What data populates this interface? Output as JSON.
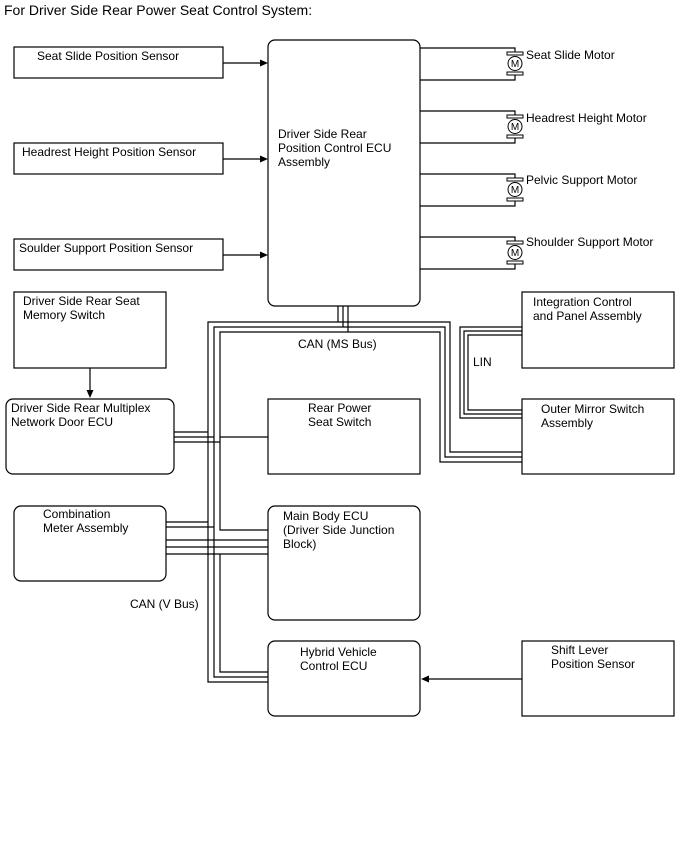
{
  "title": "For Driver Side Rear Power Seat Control System:",
  "boxes": {
    "seat_slide_sensor": [
      "Seat Slide Position Sensor"
    ],
    "headrest_height_sensor": [
      "Headrest Height Position Sensor"
    ],
    "shoulder_support_sensor": [
      "Soulder Support Position Sensor"
    ],
    "ecu": [
      "Driver Side Rear",
      "Position Control ECU",
      "Assembly"
    ],
    "memory_switch": [
      "Driver Side Rear Seat",
      "Memory Switch"
    ],
    "multiplex_door_ecu": [
      "Driver Side Rear Multiplex",
      "Network Door ECU"
    ],
    "rear_power_seat_switch": [
      "Rear Power",
      "Seat Switch"
    ],
    "integration_control": [
      "Integration Control",
      "and Panel Assembly"
    ],
    "outer_mirror_switch": [
      "Outer Mirror Switch",
      "Assembly"
    ],
    "combination_meter": [
      "Combination",
      "Meter Assembly"
    ],
    "main_body_ecu": [
      "Main Body ECU",
      "(Driver Side Junction",
      "Block)"
    ],
    "hybrid_vehicle_ecu": [
      "Hybrid Vehicle",
      "Control ECU"
    ],
    "shift_lever_sensor": [
      "Shift Lever",
      "Position Sensor"
    ]
  },
  "motors": {
    "seat_slide": "Seat Slide Motor",
    "headrest_height": "Headrest Height Motor",
    "pelvic_support": "Pelvic Support Motor",
    "shoulder_support": "Shoulder Support Motor",
    "symbol": "M"
  },
  "bus_labels": {
    "can_ms": "CAN (MS Bus)",
    "can_v": "CAN (V Bus)",
    "lin": "LIN"
  }
}
